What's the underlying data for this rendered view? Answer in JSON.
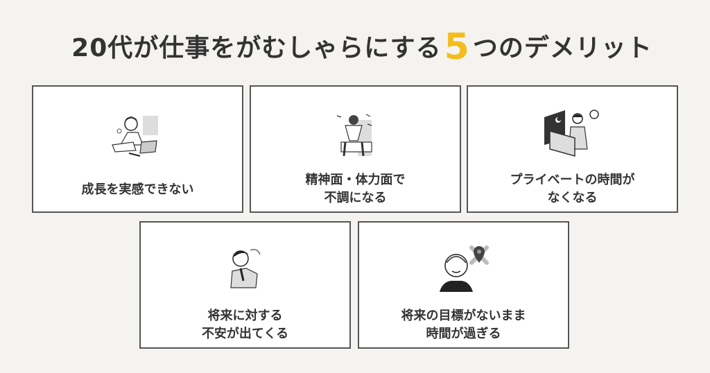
{
  "title": {
    "prefix": "20代が仕事をがむしゃらにする",
    "number": "5",
    "suffix": "つのデメリット",
    "accent_color": "#f2bd1d"
  },
  "cards": [
    {
      "label": "成長を実感できない",
      "illustration": "frustrated-woman-at-laptop-icon"
    },
    {
      "label_line1": "精神面・体力面で",
      "label_line2": "不調になる",
      "illustration": "exhausted-man-sitting-icon"
    },
    {
      "label_line1": "プライベートの時間が",
      "label_line2": "なくなる",
      "illustration": "man-working-late-night-icon"
    },
    {
      "label_line1": "将来に対する",
      "label_line2": "不安が出てくる",
      "illustration": "worried-businessman-icon"
    },
    {
      "label_line1": "将来の目標がないまま",
      "label_line2": "時間が過ぎる",
      "illustration": "old-man-no-goal-icon"
    }
  ]
}
